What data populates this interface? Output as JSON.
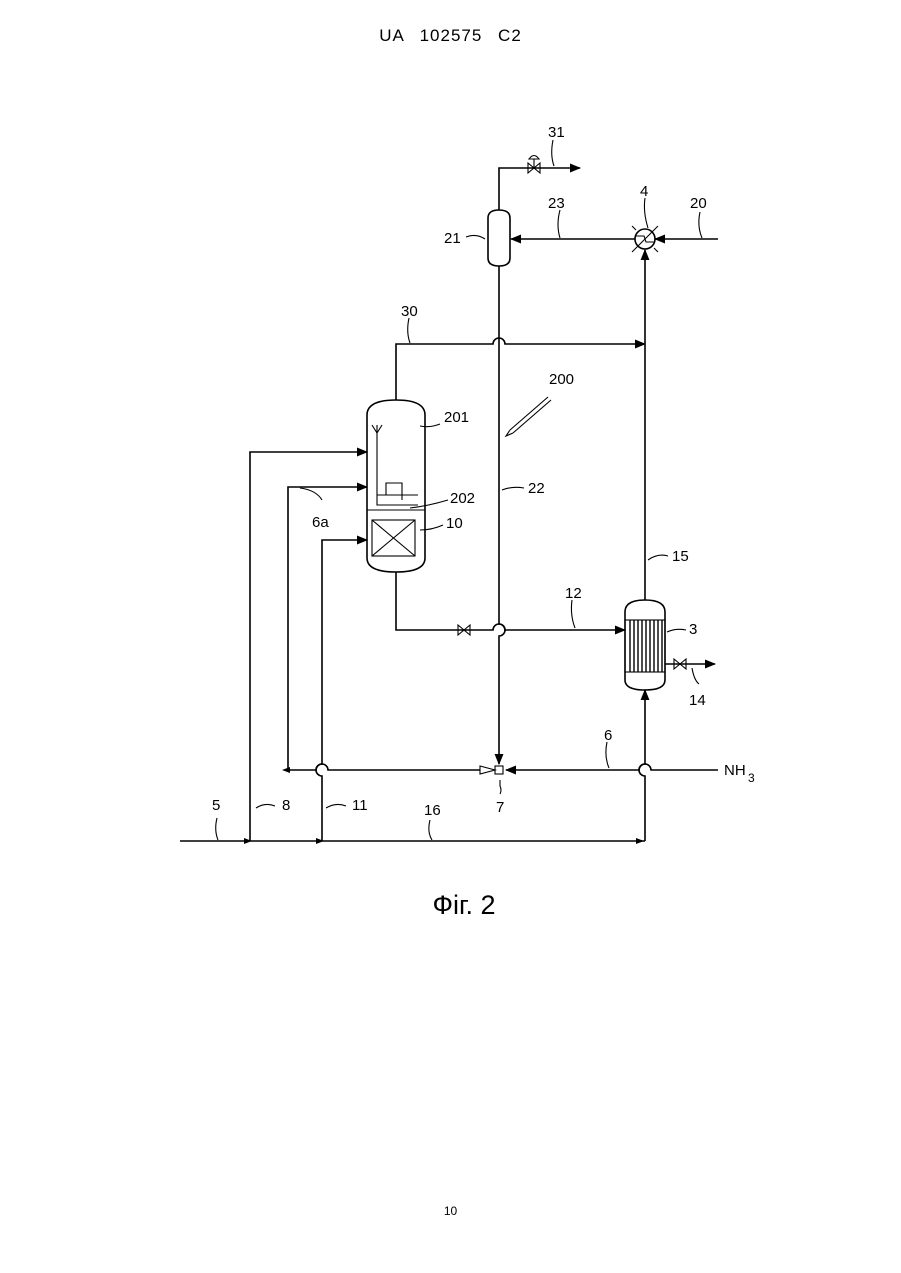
{
  "header": "UA   102575   C2",
  "footer": {
    "page_number": "10"
  },
  "figure": {
    "caption": "Фіг. 2",
    "labels": {
      "l31": "31",
      "l23": "23",
      "l4": "4",
      "l20": "20",
      "l21": "21",
      "l30": "30",
      "l200": "200",
      "l201": "201",
      "l202": "202",
      "l10": "10",
      "l22": "22",
      "l6a": "6a",
      "l15": "15",
      "l12": "12",
      "l3": "3",
      "l14": "14",
      "l6": "6",
      "lNH3": "NH",
      "lNH3sub": "3",
      "l7": "7",
      "l5": "5",
      "l8": "8",
      "l11": "11",
      "l16": "16"
    }
  }
}
